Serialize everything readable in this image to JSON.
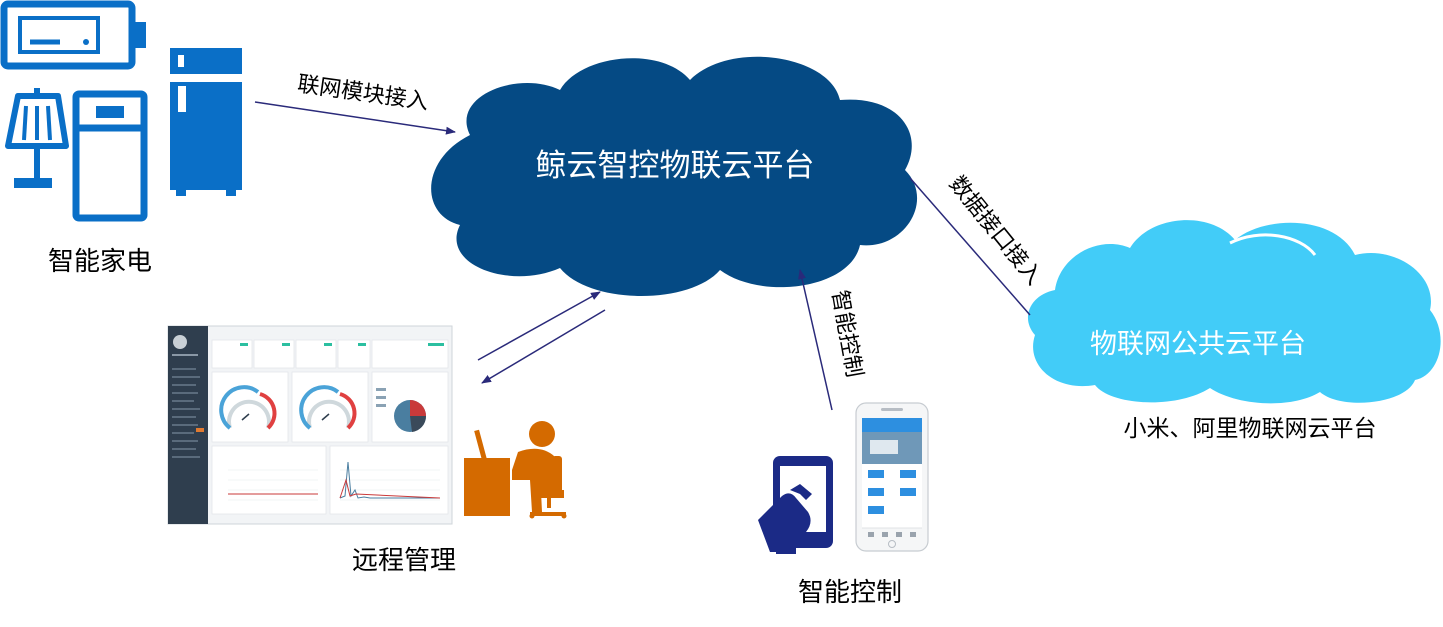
{
  "central_cloud": {
    "label": "鲸云智控物联云平台",
    "color": "#054a84"
  },
  "public_cloud": {
    "label": "物联网公共云平台",
    "caption": "小米、阿里物联网云平台",
    "color": "#42ccf8"
  },
  "appliances": {
    "caption": "智能家电",
    "icon_names": [
      "battery-icon",
      "lamp-icon",
      "washing-machine-icon",
      "refrigerator-icon"
    ],
    "color": "#0a6fc7"
  },
  "remote": {
    "caption": "远程管理",
    "icon_names": [
      "dashboard-screenshot",
      "desk-operator-icon"
    ],
    "color": "#d46a00"
  },
  "mobile": {
    "caption": "智能控制",
    "icon_names": [
      "tablet-touch-icon",
      "phone-app-screenshot"
    ],
    "color": "#1b2a86"
  },
  "arrows": {
    "module_access": "联网模块接入",
    "data_interface": "数据接口接入",
    "smart_control": "智能控制"
  },
  "colors": {
    "arrow": "#2a2a7a",
    "text": "#000000",
    "dashboard_sidebar": "#2f3e4e",
    "teal_badge": "#2bbfa0"
  }
}
